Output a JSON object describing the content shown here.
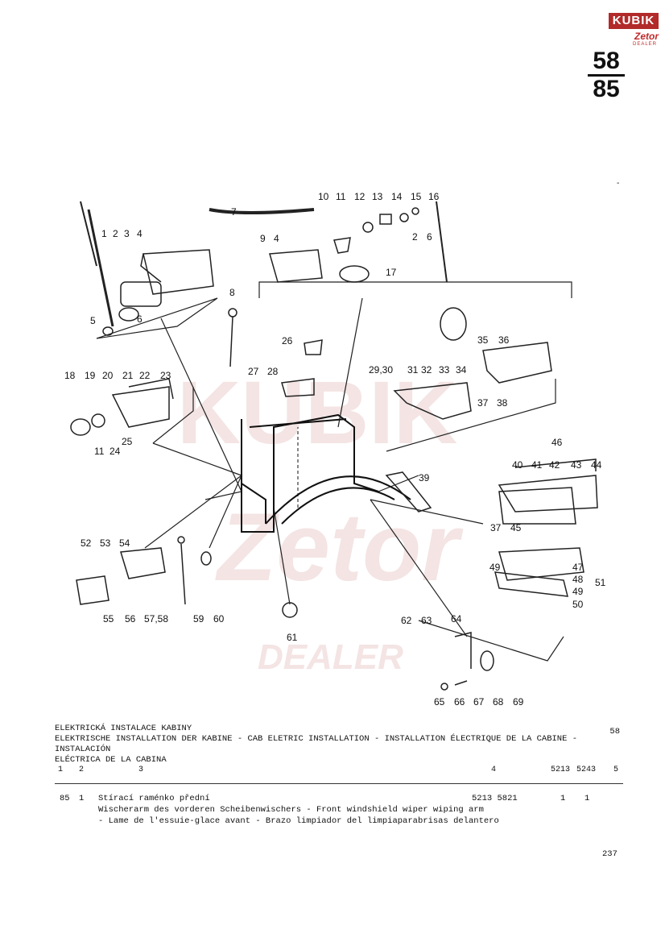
{
  "logo": {
    "brand": "KUBIK",
    "sub_brand": "Zetor",
    "tag": "DEALER"
  },
  "page_code": {
    "top": "58",
    "bottom": "85"
  },
  "watermark": {
    "top": "KUBIK",
    "middle": "Zetor",
    "bottom": "DEALER"
  },
  "callouts": {
    "c1": "1",
    "c2": "2",
    "c3": "3",
    "c4": "4",
    "c5": "5",
    "c6": "6",
    "c7": "7",
    "c8": "8",
    "c9": "9",
    "c4b": "4",
    "c10": "10",
    "c11": "11",
    "c12": "12",
    "c13": "13",
    "c14": "14",
    "c15": "15",
    "c16": "16",
    "c2b": "2",
    "c6b": "6",
    "c17": "17",
    "c18": "18",
    "c19": "19",
    "c20": "20",
    "c21": "21",
    "c22": "22",
    "c23": "23",
    "c11b": "11",
    "c24": "24",
    "c25": "25",
    "c26": "26",
    "c27": "27",
    "c28": "28",
    "c2930": "29,30",
    "c31": "31",
    "c32": "32",
    "c33": "33",
    "c34": "34",
    "c35": "35",
    "c36": "36",
    "c37": "37",
    "c38": "38",
    "c39": "39",
    "c46": "46",
    "c40": "40",
    "c41": "41",
    "c42": "42",
    "c43": "43",
    "c44": "44",
    "c37b": "37",
    "c45": "45",
    "c47": "47",
    "c48": "48",
    "c49": "49",
    "c49b": "49",
    "c50": "50",
    "c51": "51",
    "c52": "52",
    "c53": "53",
    "c54": "54",
    "c55": "55",
    "c56": "56",
    "c5758": "57,58",
    "c59": "59",
    "c60": "60",
    "c61": "61",
    "c62": "62",
    "c63": "63",
    "c64": "64",
    "c65": "65",
    "c66": "66",
    "c67": "67",
    "c68": "68",
    "c69": "69"
  },
  "caption": {
    "title_cz": "ELEKTRICKÁ INSTALACE KABINY",
    "sheet": "58",
    "title_multi": "ELEKTRISCHE INSTALLATION DER KABINE - CAB ELETRIC INSTALLATION - INSTALLATION ÉLECTRIQUE DE LA CABINE - INSTALACIÓN",
    "title_es": "ELÉCTRICA DE LA CABINA"
  },
  "columns": {
    "c1": "1",
    "c2": "2",
    "c3": "3",
    "c4": "4",
    "c5213": "5213",
    "c5243": "5243",
    "c5": "5"
  },
  "entry": {
    "group": "85",
    "pos": "1",
    "name_cz": "Stírací raménko přední",
    "name_multi_1": "Wischerarm des vorderen Scheibenwischers - Front windshield wiper wiping arm",
    "name_multi_2": "- Lame de l'essuie-glace avant - Brazo limpiador del limpiaparabrisas delantero",
    "part_no": "5213 5821",
    "qty_5213": "1",
    "qty_5243": "1"
  },
  "page_number": "237"
}
